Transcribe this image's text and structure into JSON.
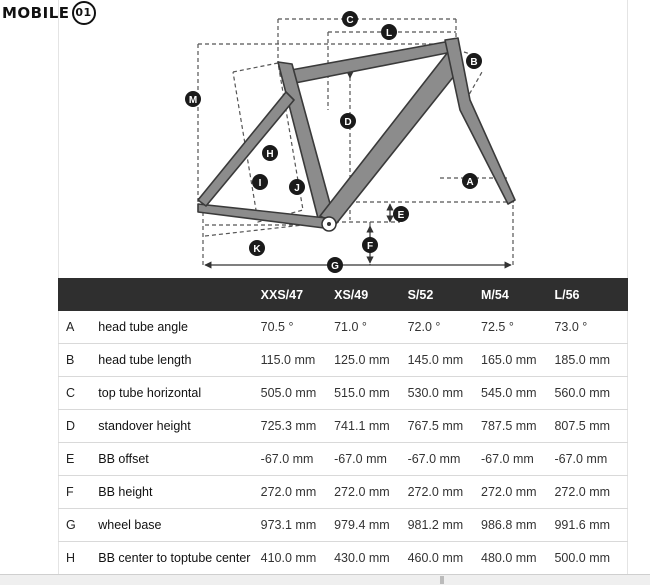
{
  "logo": {
    "text": "MOBILE",
    "mark": "01"
  },
  "diagram_labels": [
    "A",
    "B",
    "C",
    "D",
    "E",
    "F",
    "G",
    "H",
    "I",
    "J",
    "K",
    "L",
    "M"
  ],
  "table": {
    "headers": [
      "",
      "",
      "XXS/47",
      "XS/49",
      "S/52",
      "M/54",
      "L/56"
    ],
    "rows": [
      {
        "code": "A",
        "name": "head tube angle",
        "values": [
          "70.5 °",
          "71.0 °",
          "72.0 °",
          "72.5 °",
          "73.0 °"
        ]
      },
      {
        "code": "B",
        "name": "head tube length",
        "values": [
          "115.0 mm",
          "125.0 mm",
          "145.0 mm",
          "165.0 mm",
          "185.0 mm"
        ]
      },
      {
        "code": "C",
        "name": "top tube horizontal",
        "values": [
          "505.0 mm",
          "515.0 mm",
          "530.0 mm",
          "545.0 mm",
          "560.0 mm"
        ]
      },
      {
        "code": "D",
        "name": "standover height",
        "values": [
          "725.3 mm",
          "741.1 mm",
          "767.5 mm",
          "787.5 mm",
          "807.5 mm"
        ]
      },
      {
        "code": "E",
        "name": "BB offset",
        "values": [
          "-67.0 mm",
          "-67.0 mm",
          "-67.0 mm",
          "-67.0 mm",
          "-67.0 mm"
        ]
      },
      {
        "code": "F",
        "name": "BB height",
        "values": [
          "272.0 mm",
          "272.0 mm",
          "272.0 mm",
          "272.0 mm",
          "272.0 mm"
        ]
      },
      {
        "code": "G",
        "name": "wheel base",
        "values": [
          "973.1 mm",
          "979.4 mm",
          "981.2 mm",
          "986.8 mm",
          "991.6 mm"
        ]
      },
      {
        "code": "H",
        "name": "BB center to toptube center",
        "values": [
          "410.0 mm",
          "430.0 mm",
          "460.0 mm",
          "480.0 mm",
          "500.0 mm"
        ]
      }
    ]
  }
}
